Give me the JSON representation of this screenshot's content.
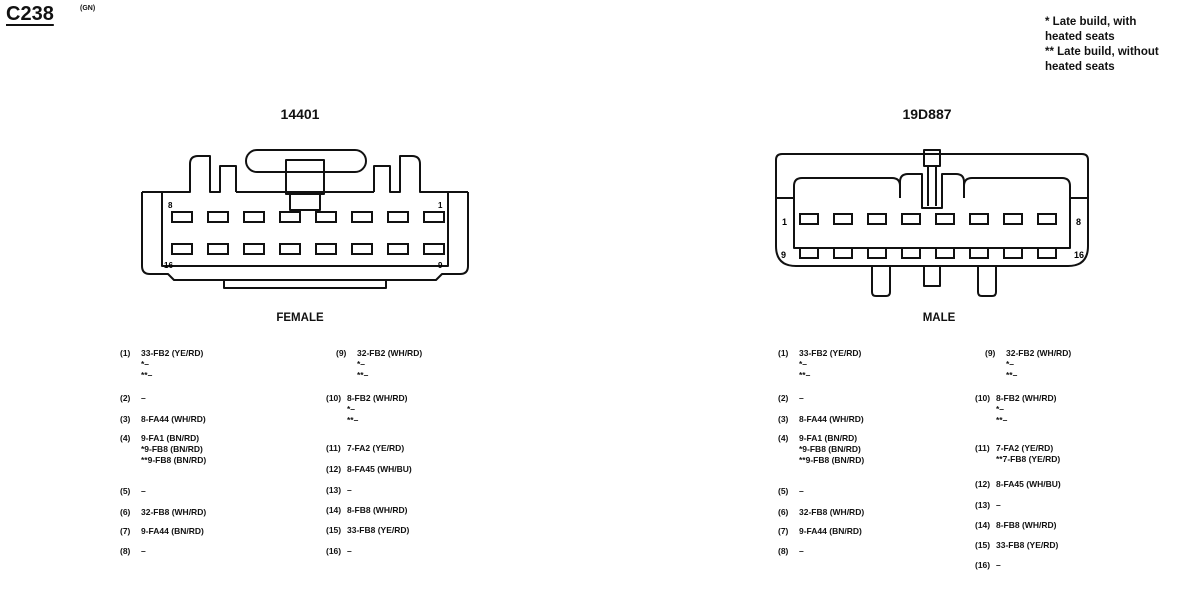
{
  "header": {
    "connector_id": "C238",
    "connector_sup": "(GN)",
    "legend": [
      "* Late build, with",
      "heated seats",
      "** Late build, without",
      "heated seats"
    ]
  },
  "female": {
    "part_number": "14401",
    "label": "FEMALE",
    "corner_labels": {
      "top_left": "8",
      "top_right": "1",
      "bottom_left": "16",
      "bottom_right": "9"
    },
    "pins": [
      {
        "num": "(1)",
        "lines": [
          "33-FB2 (YE/RD)",
          "*–",
          "**–"
        ]
      },
      {
        "num": "(2)",
        "lines": [
          "–"
        ]
      },
      {
        "num": "(3)",
        "lines": [
          "8-FA44 (WH/RD)"
        ]
      },
      {
        "num": "(4)",
        "lines": [
          "9-FA1 (BN/RD)",
          "*9-FB8 (BN/RD)",
          "**9-FB8 (BN/RD)"
        ]
      },
      {
        "num": "(5)",
        "lines": [
          "–"
        ]
      },
      {
        "num": "(6)",
        "lines": [
          "32-FB8 (WH/RD)"
        ]
      },
      {
        "num": "(7)",
        "lines": [
          "9-FA44 (BN/RD)"
        ]
      },
      {
        "num": "(8)",
        "lines": [
          "–"
        ]
      },
      {
        "num": "(9)",
        "lines": [
          "32-FB2 (WH/RD)",
          "*–",
          "**–"
        ]
      },
      {
        "num": "(10)",
        "lines": [
          "8-FB2 (WH/RD)",
          "*–",
          "**–"
        ]
      },
      {
        "num": "(11)",
        "lines": [
          "7-FA2 (YE/RD)"
        ]
      },
      {
        "num": "(12)",
        "lines": [
          "8-FA45 (WH/BU)"
        ]
      },
      {
        "num": "(13)",
        "lines": [
          "–"
        ]
      },
      {
        "num": "(14)",
        "lines": [
          "8-FB8 (WH/RD)"
        ]
      },
      {
        "num": "(15)",
        "lines": [
          "33-FB8 (YE/RD)"
        ]
      },
      {
        "num": "(16)",
        "lines": [
          "–"
        ]
      }
    ]
  },
  "male": {
    "part_number": "19D887",
    "label": "MALE",
    "side_labels": {
      "left_top": "1",
      "right_top": "8",
      "left_bottom": "9",
      "right_bottom": "16"
    },
    "pins": [
      {
        "num": "(1)",
        "lines": [
          "33-FB2 (YE/RD)",
          "*–",
          "**–"
        ]
      },
      {
        "num": "(2)",
        "lines": [
          "–"
        ]
      },
      {
        "num": "(3)",
        "lines": [
          "8-FA44 (WH/RD)"
        ]
      },
      {
        "num": "(4)",
        "lines": [
          "9-FA1 (BN/RD)",
          "*9-FB8 (BN/RD)",
          "**9-FB8 (BN/RD)"
        ]
      },
      {
        "num": "(5)",
        "lines": [
          "–"
        ]
      },
      {
        "num": "(6)",
        "lines": [
          "32-FB8 (WH/RD)"
        ]
      },
      {
        "num": "(7)",
        "lines": [
          "9-FA44 (BN/RD)"
        ]
      },
      {
        "num": "(8)",
        "lines": [
          "–"
        ]
      },
      {
        "num": "(9)",
        "lines": [
          "32-FB2 (WH/RD)",
          "*–",
          "**–"
        ]
      },
      {
        "num": "(10)",
        "lines": [
          "8-FB2 (WH/RD)",
          "*–",
          "**–"
        ]
      },
      {
        "num": "(11)",
        "lines": [
          "7-FA2 (YE/RD)",
          "**7-FB8 (YE/RD)"
        ]
      },
      {
        "num": "(12)",
        "lines": [
          "8-FA45 (WH/BU)"
        ]
      },
      {
        "num": "(13)",
        "lines": [
          "–"
        ]
      },
      {
        "num": "(14)",
        "lines": [
          "8-FB8 (WH/RD)"
        ]
      },
      {
        "num": "(15)",
        "lines": [
          "33-FB8 (YE/RD)"
        ]
      },
      {
        "num": "(16)",
        "lines": [
          "–"
        ]
      }
    ]
  }
}
